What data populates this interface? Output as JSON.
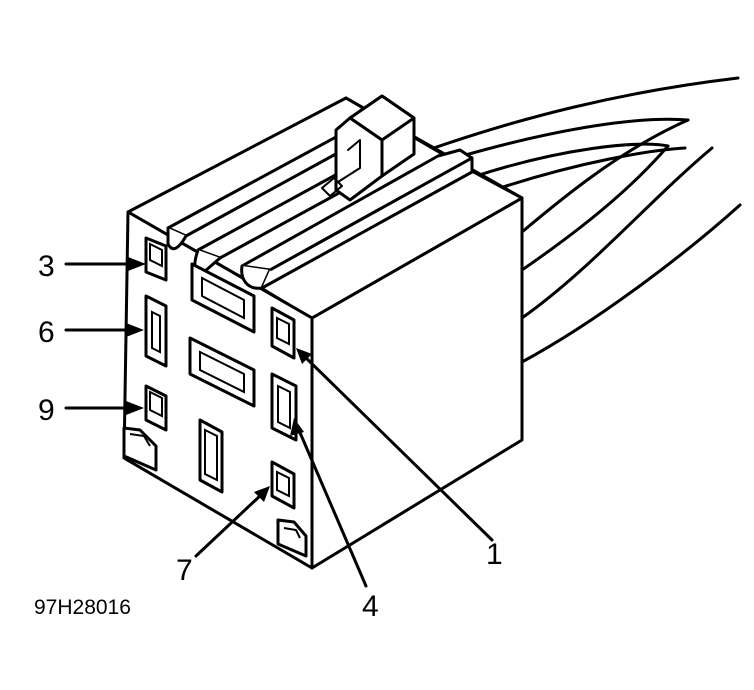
{
  "figure_code": "97H28016",
  "pin_labels": {
    "pin_3": "3",
    "pin_6": "6",
    "pin_9": "9",
    "pin_7": "7",
    "pin_4": "4",
    "pin_1": "1"
  }
}
